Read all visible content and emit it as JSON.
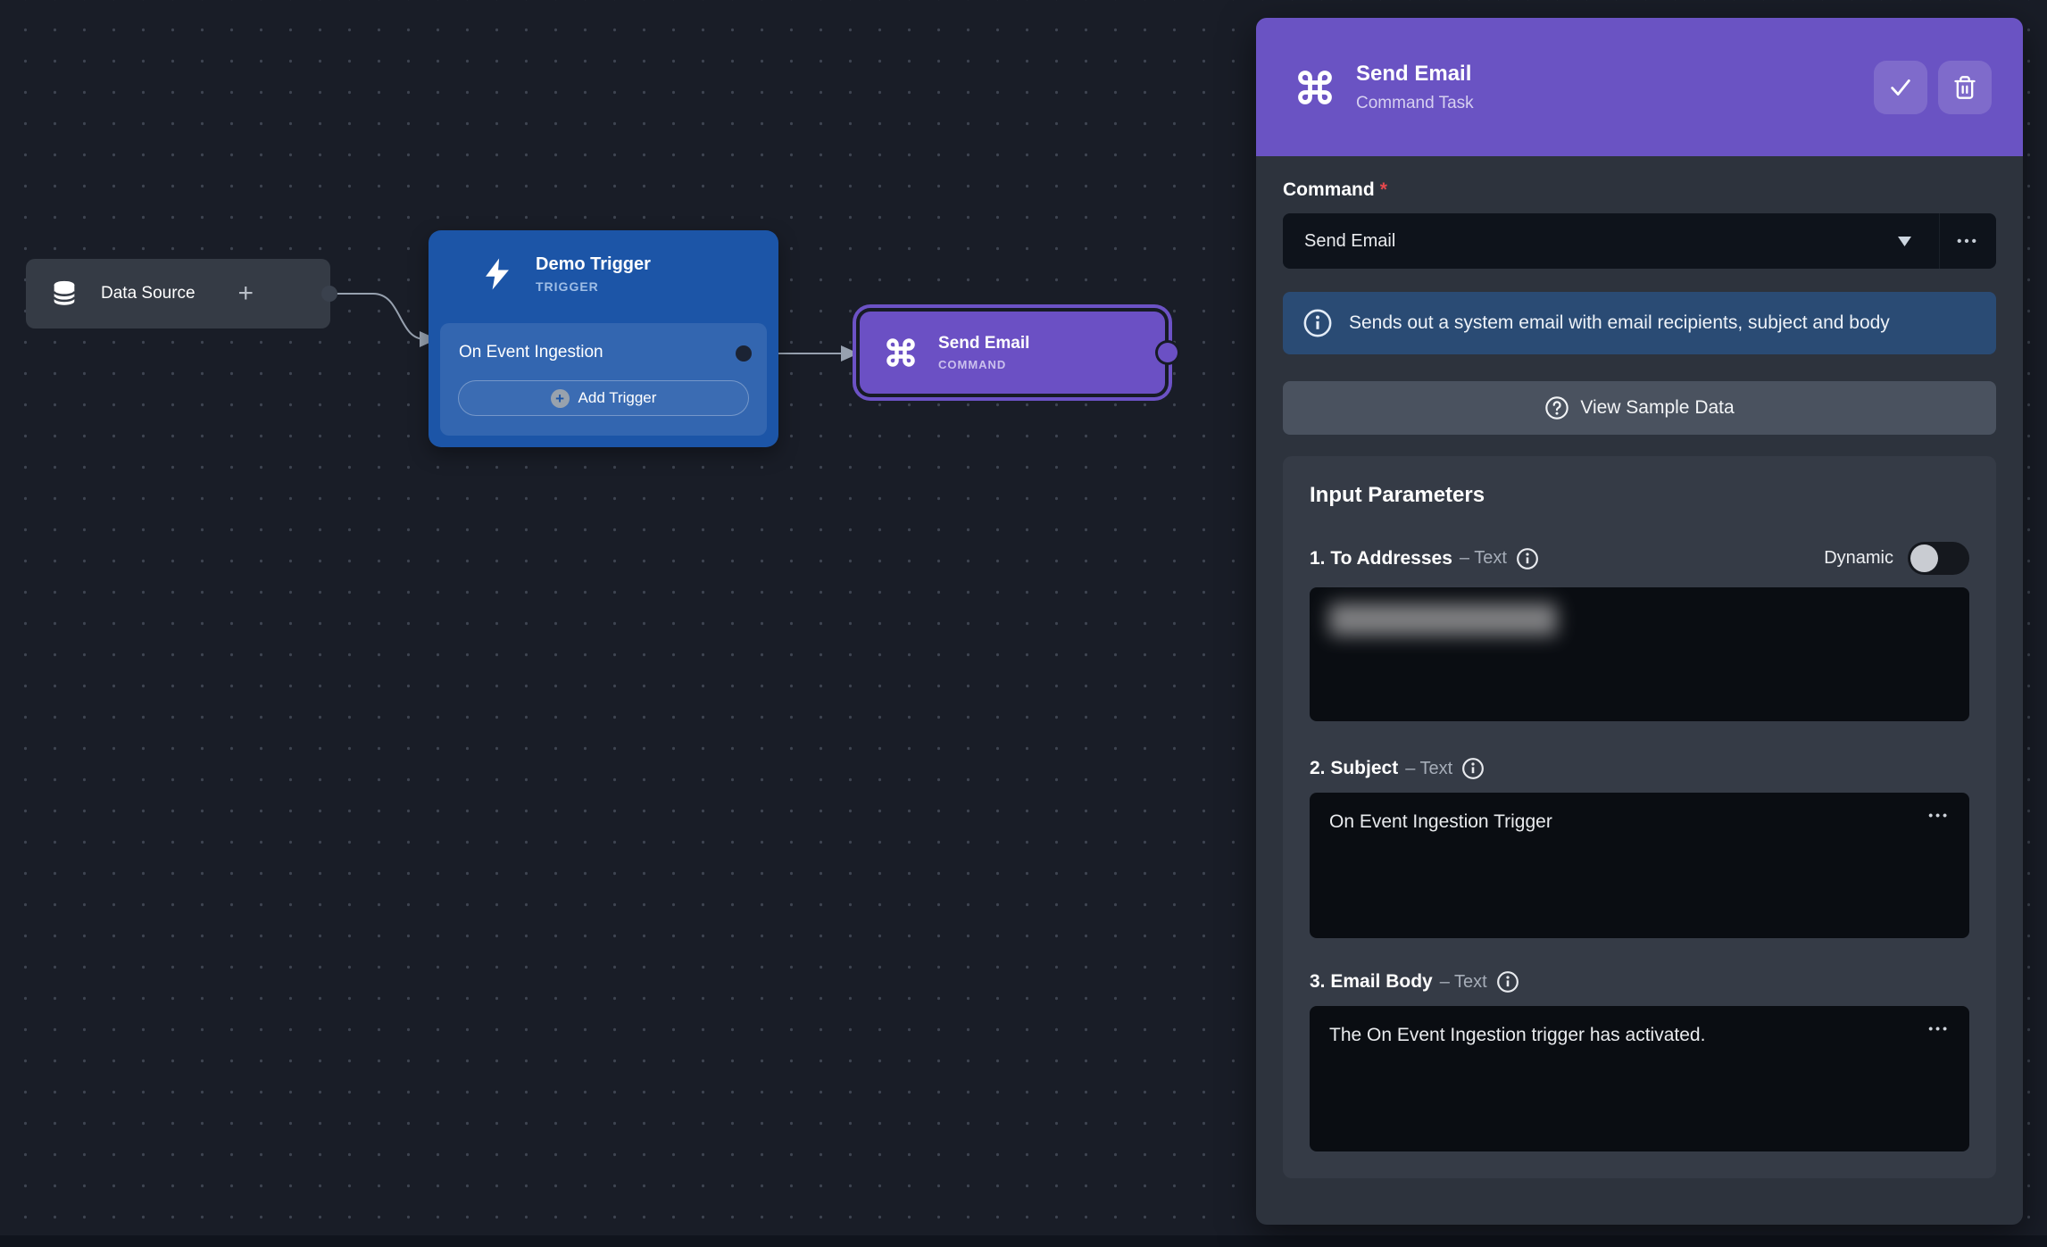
{
  "icons": {
    "ellipsis": "•••",
    "plus": "+"
  },
  "canvas": {
    "data_source_node": {
      "label": "Data Source"
    },
    "trigger_node": {
      "title": "Demo Trigger",
      "badge": "TRIGGER",
      "event_label": "On Event Ingestion",
      "add_trigger_label": "Add Trigger"
    },
    "command_node": {
      "title": "Send Email",
      "badge": "COMMAND"
    }
  },
  "panel": {
    "header": {
      "title": "Send Email",
      "subtitle": "Command Task"
    },
    "command_field": {
      "label": "Command",
      "required": "*",
      "value": "Send Email"
    },
    "info_text": "Sends out a system email with email recipients, subject and body",
    "view_sample_label": "View Sample Data",
    "params_section": {
      "title": "Input Parameters",
      "dynamic_label": "Dynamic",
      "params": [
        {
          "label": "1. To Addresses",
          "sep": "–",
          "type": "Text",
          "value": "",
          "redacted": true
        },
        {
          "label": "2. Subject",
          "sep": "–",
          "type": "Text",
          "value": "On Event Ingestion Trigger"
        },
        {
          "label": "3. Email Body",
          "sep": "–",
          "type": "Text",
          "value": "The On Event Ingestion trigger has activated."
        }
      ]
    }
  },
  "colors": {
    "canvas_bg": "#191D27",
    "node_blue": "#1C55A7",
    "node_purple": "#6B50C4",
    "header_purple": "#6A53C3",
    "panel_bg": "#2D333D",
    "info_blue": "#2A4B74",
    "required_red": "#E5484D"
  }
}
